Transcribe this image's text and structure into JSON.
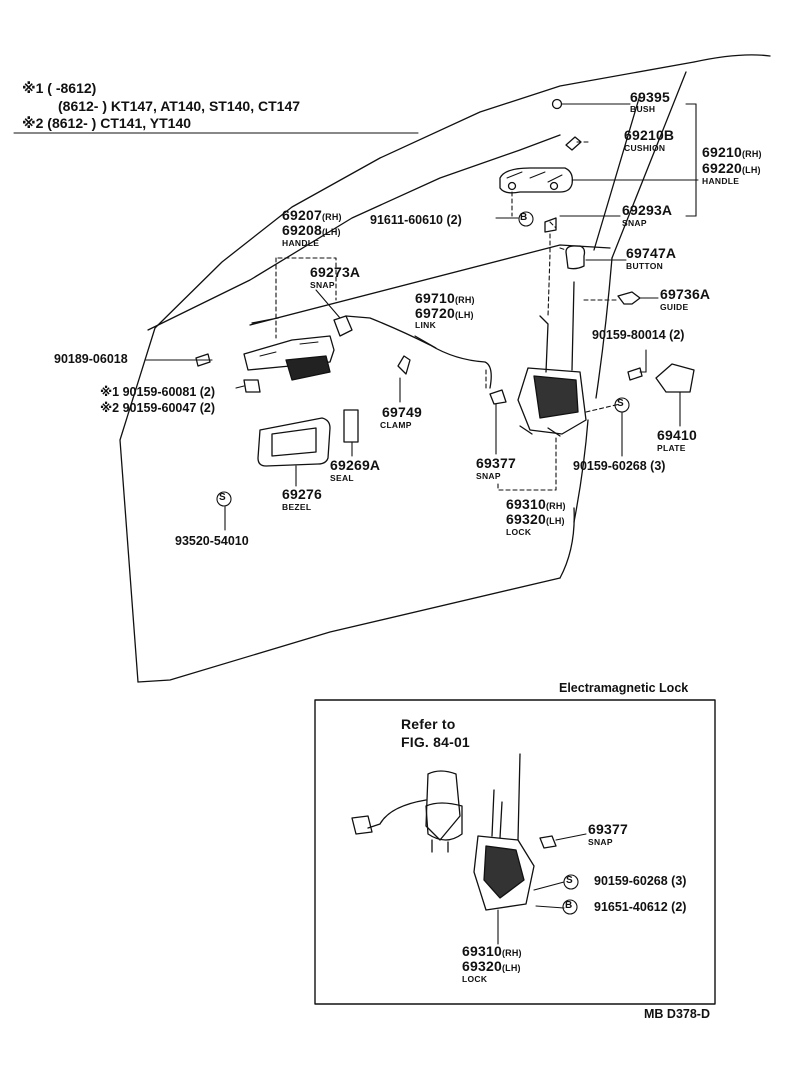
{
  "header": {
    "line1_mark": "※1",
    "line1_range": "(        -8612)",
    "line2_range": "(8612-        )",
    "line2_models": "KT147, AT140, ST140, CT147",
    "line3_mark": "※2",
    "line3_range": "(8612-        )",
    "line3_models": "CT141, YT140"
  },
  "callouts": {
    "c69395": "69395",
    "c69395_sub": "BUSH",
    "c69210b": "69210B",
    "c69210b_sub": "CUSHION",
    "c69210": "69210",
    "c69210_rh": "(RH)",
    "c69220": "69220",
    "c69220_lh": "(LH)",
    "c69220_sub": "HANDLE",
    "c69207": "69207",
    "c69207_rh": "(RH)",
    "c69208": "69208",
    "c69208_lh": "(LH)",
    "c69208_sub": "HANDLE",
    "c91611": "91611-60610 (2)",
    "c69293a": "69293A",
    "c69293a_sub": "SNAP",
    "c69273a": "69273A",
    "c69273a_sub": "SNAP",
    "c69747a": "69747A",
    "c69747a_sub": "BUTTON",
    "c69710": "69710",
    "c69710_rh": "(RH)",
    "c69720": "69720",
    "c69720_lh": "(LH)",
    "c69720_sub": "LINK",
    "c69736a": "69736A",
    "c69736a_sub": "GUIDE",
    "c90159_80014": "90159-80014 (2)",
    "c90189": "90189-06018",
    "c90159_60081_mark": "※1",
    "c90159_60081": "90159-60081 (2)",
    "c90159_60047_mark": "※2",
    "c90159_60047": "90159-60047 (2)",
    "c69749": "69749",
    "c69749_sub": "CLAMP",
    "c69377": "69377",
    "c69377_sub": "SNAP",
    "c69410": "69410",
    "c69410_sub": "PLATE",
    "c90159_60268": "90159-60268 (3)",
    "c69269a": "69269A",
    "c69269a_sub": "SEAL",
    "c69276": "69276",
    "c69276_sub": "BEZEL",
    "c69310": "69310",
    "c69310_rh": "(RH)",
    "c69320": "69320",
    "c69320_lh": "(LH)",
    "c69320_sub": "LOCK",
    "c93520": "93520-54010",
    "circle_s": "S",
    "circle_b": "B"
  },
  "inset": {
    "title": "Electramagnetic Lock",
    "refer_line1": "Refer to",
    "refer_line2": "FIG. 84-01",
    "c69377": "69377",
    "c69377_sub": "SNAP",
    "c90159_60268": "90159-60268 (3)",
    "c91651": "91651-40612 (2)",
    "c69310": "69310",
    "c69310_rh": "(RH)",
    "c69320": "69320",
    "c69320_lh": "(LH)",
    "c69320_sub": "LOCK"
  },
  "footer": {
    "figure_code": "MB D378-D"
  }
}
